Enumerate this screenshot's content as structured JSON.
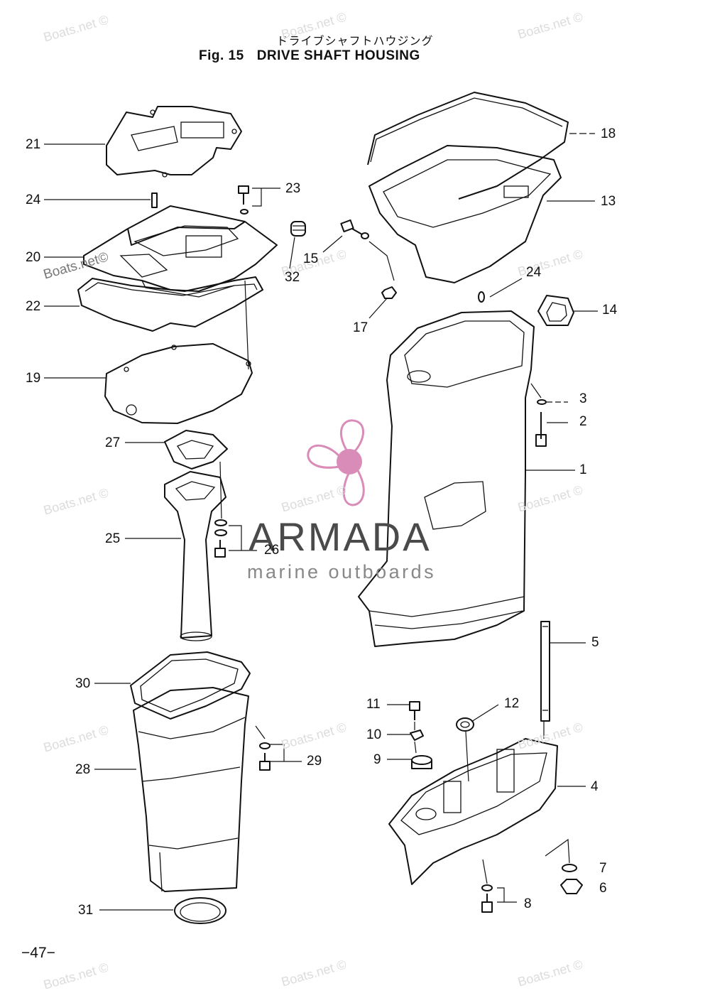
{
  "header": {
    "title_jp": "ドライブシャフトハウジング",
    "fig_label": "Fig. 15",
    "title_en": "DRIVE SHAFT HOUSING"
  },
  "callouts": [
    {
      "id": "21",
      "label": "21"
    },
    {
      "id": "24a",
      "label": "24"
    },
    {
      "id": "23",
      "label": "23"
    },
    {
      "id": "20",
      "label": "20"
    },
    {
      "id": "32",
      "label": "32"
    },
    {
      "id": "22",
      "label": "22"
    },
    {
      "id": "19",
      "label": "19"
    },
    {
      "id": "27",
      "label": "27"
    },
    {
      "id": "25",
      "label": "25"
    },
    {
      "id": "26",
      "label": "26"
    },
    {
      "id": "30",
      "label": "30"
    },
    {
      "id": "28",
      "label": "28"
    },
    {
      "id": "29",
      "label": "29"
    },
    {
      "id": "31",
      "label": "31"
    },
    {
      "id": "18",
      "label": "18"
    },
    {
      "id": "13",
      "label": "13"
    },
    {
      "id": "15",
      "label": "15"
    },
    {
      "id": "24b",
      "label": "24"
    },
    {
      "id": "14",
      "label": "14"
    },
    {
      "id": "17",
      "label": "17"
    },
    {
      "id": "3",
      "label": "3"
    },
    {
      "id": "2",
      "label": "2"
    },
    {
      "id": "1",
      "label": "1"
    },
    {
      "id": "5",
      "label": "5"
    },
    {
      "id": "11",
      "label": "11"
    },
    {
      "id": "12",
      "label": "12"
    },
    {
      "id": "10",
      "label": "10"
    },
    {
      "id": "9",
      "label": "9"
    },
    {
      "id": "4",
      "label": "4"
    },
    {
      "id": "7",
      "label": "7"
    },
    {
      "id": "6",
      "label": "6"
    },
    {
      "id": "8",
      "label": "8"
    }
  ],
  "watermark": {
    "text": "Boats.net ©",
    "inline_text": "Boats.net©"
  },
  "brand": {
    "name": "ARMADA",
    "tagline": "marine outboards",
    "accent_color": "#d98cb8",
    "text_color": "#4a4a4a"
  },
  "page_number": "−47−"
}
